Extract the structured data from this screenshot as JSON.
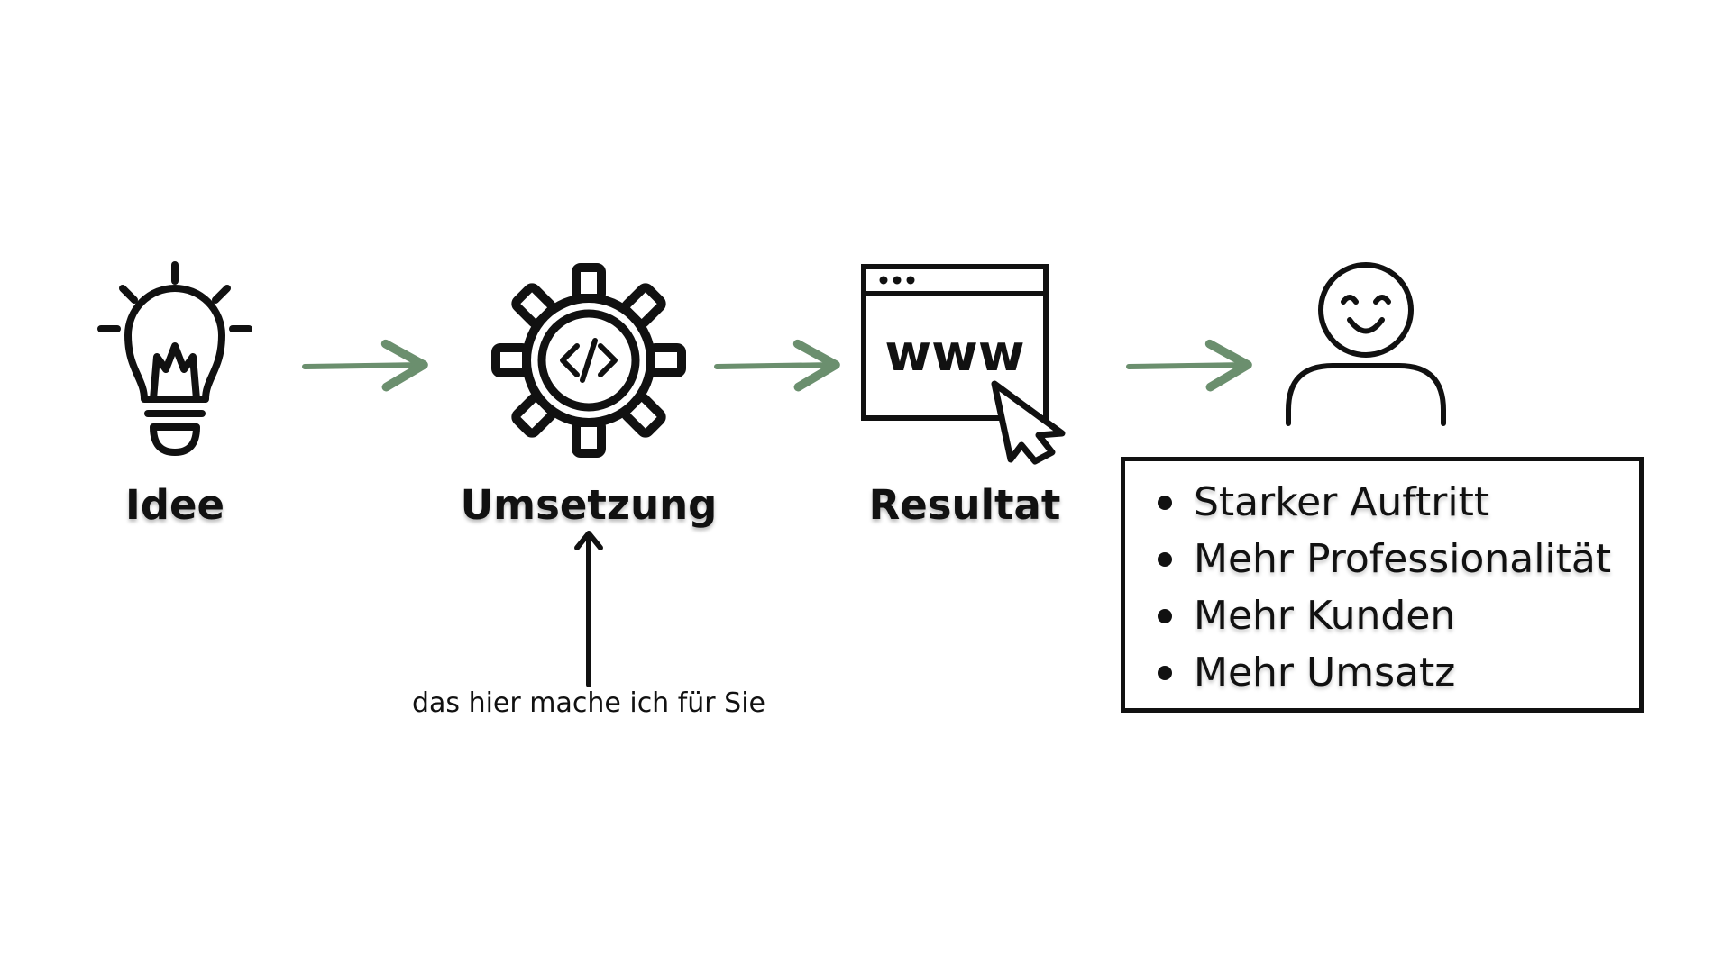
{
  "colors": {
    "ink": "#111111",
    "arrow_green": "#6b8f6e",
    "background": "#ffffff"
  },
  "steps": [
    {
      "label": "Idee",
      "icon": "lightbulb-icon"
    },
    {
      "label": "Umsetzung",
      "icon": "gear-code-icon"
    },
    {
      "label": "Resultat",
      "icon": "browser-www-icon"
    },
    {
      "label": "",
      "icon": "happy-person-icon"
    }
  ],
  "flow_arrows": [
    "idee-to-umsetzung",
    "umsetzung-to-resultat",
    "resultat-to-customer"
  ],
  "annotation": {
    "text": "das hier mache ich für Sie"
  },
  "browser_icon_text": "www",
  "benefits": [
    "Starker Auftritt",
    "Mehr Professionalität",
    "Mehr Kunden",
    "Mehr Umsatz"
  ]
}
